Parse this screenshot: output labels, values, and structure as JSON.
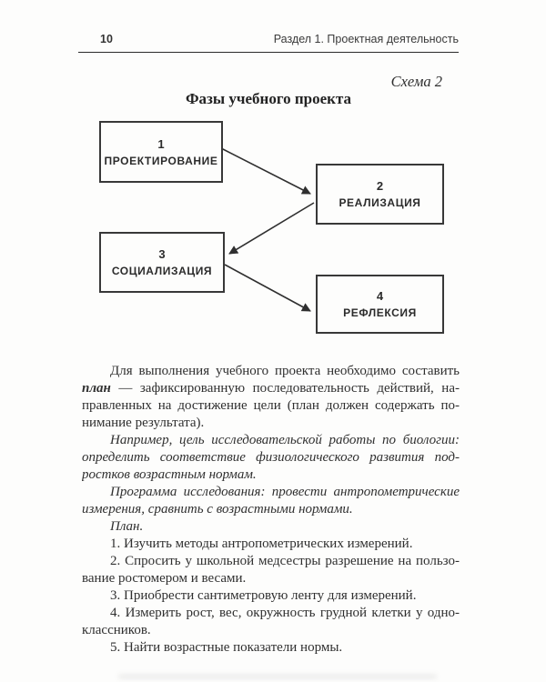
{
  "page": {
    "number": "10",
    "header_title": "Раздел 1. Проектная деятельность",
    "schema_label": "Схема 2",
    "title": "Фазы учебного проекта"
  },
  "diagram": {
    "boxes": [
      {
        "number": "1",
        "label": "ПРОЕКТИРОВАНИЕ"
      },
      {
        "number": "2",
        "label": "РЕАЛИЗАЦИЯ"
      },
      {
        "number": "3",
        "label": "СОЦИАЛИЗАЦИЯ"
      },
      {
        "number": "4",
        "label": "РЕФЛЕКСИЯ"
      }
    ],
    "arrows": [
      {
        "from": "1",
        "to": "2"
      },
      {
        "from": "2",
        "to": "3"
      },
      {
        "from": "3",
        "to": "4"
      }
    ]
  },
  "body": {
    "lines": [
      {
        "text": "Для выполнения учебного проекта необходимо составить",
        "indent": true,
        "just": true
      },
      {
        "lead": "план",
        "text": " — зафиксированную последовательность действий, на-",
        "just": true
      },
      {
        "text": "правленных на достижение цели (план должен содержать по-",
        "just": true
      },
      {
        "text": "нимание результата)."
      },
      {
        "text": "Например, цель исследовательской работы по биологии:",
        "indent": true,
        "italic": true,
        "just": true
      },
      {
        "text": "определить соответствие физиологического развития под-",
        "italic": true,
        "just": true
      },
      {
        "text": "ростков возрастным нормам.",
        "italic": true
      },
      {
        "text": "Программа исследования: провести антропометрические",
        "indent": true,
        "italic": true,
        "just": true
      },
      {
        "text": "измерения, сравнить с возрастными нормами.",
        "italic": true
      },
      {
        "text": "План.",
        "indent": true,
        "italic": true
      },
      {
        "text": "1. Изучить методы антропометрических измерений.",
        "indent": true
      },
      {
        "text": "2. Спросить у школьной медсестры разрешение на пользо-",
        "indent": true,
        "just": true
      },
      {
        "text": "вание ростомером и весами."
      },
      {
        "text": "3. Приобрести сантиметровую ленту для измерений.",
        "indent": true
      },
      {
        "text": "4. Измерить рост, вес, окружность грудной клетки у одно-",
        "indent": true,
        "just": true
      },
      {
        "text": "классников."
      },
      {
        "text": "5. Найти возрастные показатели нормы.",
        "indent": true
      }
    ]
  },
  "colors": {
    "paper": "#fdfdfc",
    "ink": "#2f2f2f",
    "line": "#383838"
  }
}
